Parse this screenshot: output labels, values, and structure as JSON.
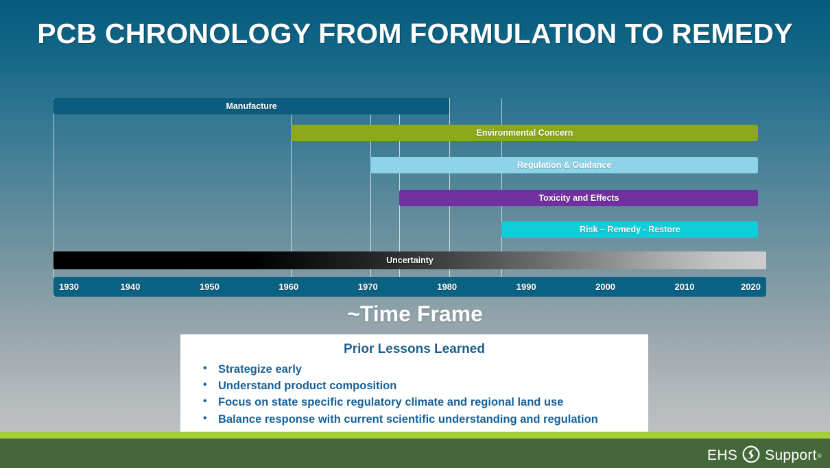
{
  "slide": {
    "title": "PCB CHRONOLOGY FROM FORMULATION TO REMEDY",
    "timeframe_caption": "~Time Frame",
    "background_top_color": "#075b7d",
    "background_bottom_color": "#c2c5c7"
  },
  "chart_data": {
    "type": "bar",
    "title": "PCB CHRONOLOGY FROM FORMULATION TO REMEDY",
    "subtitle": "~Time Frame",
    "xlabel": "~Time Frame",
    "ylabel": "",
    "orientation": "horizontal",
    "xlim": [
      1930,
      2020
    ],
    "grid": true,
    "legend_position": "none",
    "tick_labels": [
      "1930",
      "1940",
      "1950",
      "1960",
      "1970",
      "1980",
      "1990",
      "2000",
      "2010",
      "2020"
    ],
    "tick_values": [
      1930,
      1940,
      1950,
      1960,
      1970,
      1980,
      1990,
      2000,
      2010,
      2020
    ],
    "gridline_years": [
      1930,
      1960,
      1970,
      1973.7,
      1980,
      1986.6
    ],
    "categories": [
      "Manufacture",
      "Environmental Concern",
      "Regulation & Guidance",
      "Toxicity and Effects",
      "Risk – Remedy - Restore",
      "Uncertainty"
    ],
    "bars": [
      {
        "label": "Manufacture",
        "start": 1930,
        "end": 1980,
        "color": "#0b5c7e",
        "row": 0
      },
      {
        "label": "Environmental Concern",
        "start": 1960,
        "end": 2019,
        "color": "#8da81b",
        "row": 1
      },
      {
        "label": "Regulation & Guidance",
        "start": 1970,
        "end": 2019,
        "color": "#8ed3e8",
        "row": 2
      },
      {
        "label": "Toxicity and Effects",
        "start": 1973.7,
        "end": 2019,
        "color": "#7030a0",
        "row": 3
      },
      {
        "label": "Risk – Remedy - Restore",
        "start": 1986.6,
        "end": 2019,
        "color": "#12cdd9",
        "row": 4
      },
      {
        "label": "Uncertainty",
        "start": 1930,
        "end": 2020,
        "color": "gradient-black-to-gray",
        "row": 5
      }
    ]
  },
  "lessons": {
    "heading": "Prior Lessons Learned",
    "bullet_glyph": "•",
    "items": [
      "Strategize early",
      "Understand product composition",
      "Focus on state specific regulatory climate and regional land use",
      "Balance response with current scientific understanding and regulation"
    ]
  },
  "footer": {
    "accent_color": "#a5ce39",
    "background_color": "#45683b",
    "logo_text_left": "EHS",
    "logo_mark": "swirl-icon",
    "logo_text_right": "Support",
    "logo_trademark": "®"
  }
}
